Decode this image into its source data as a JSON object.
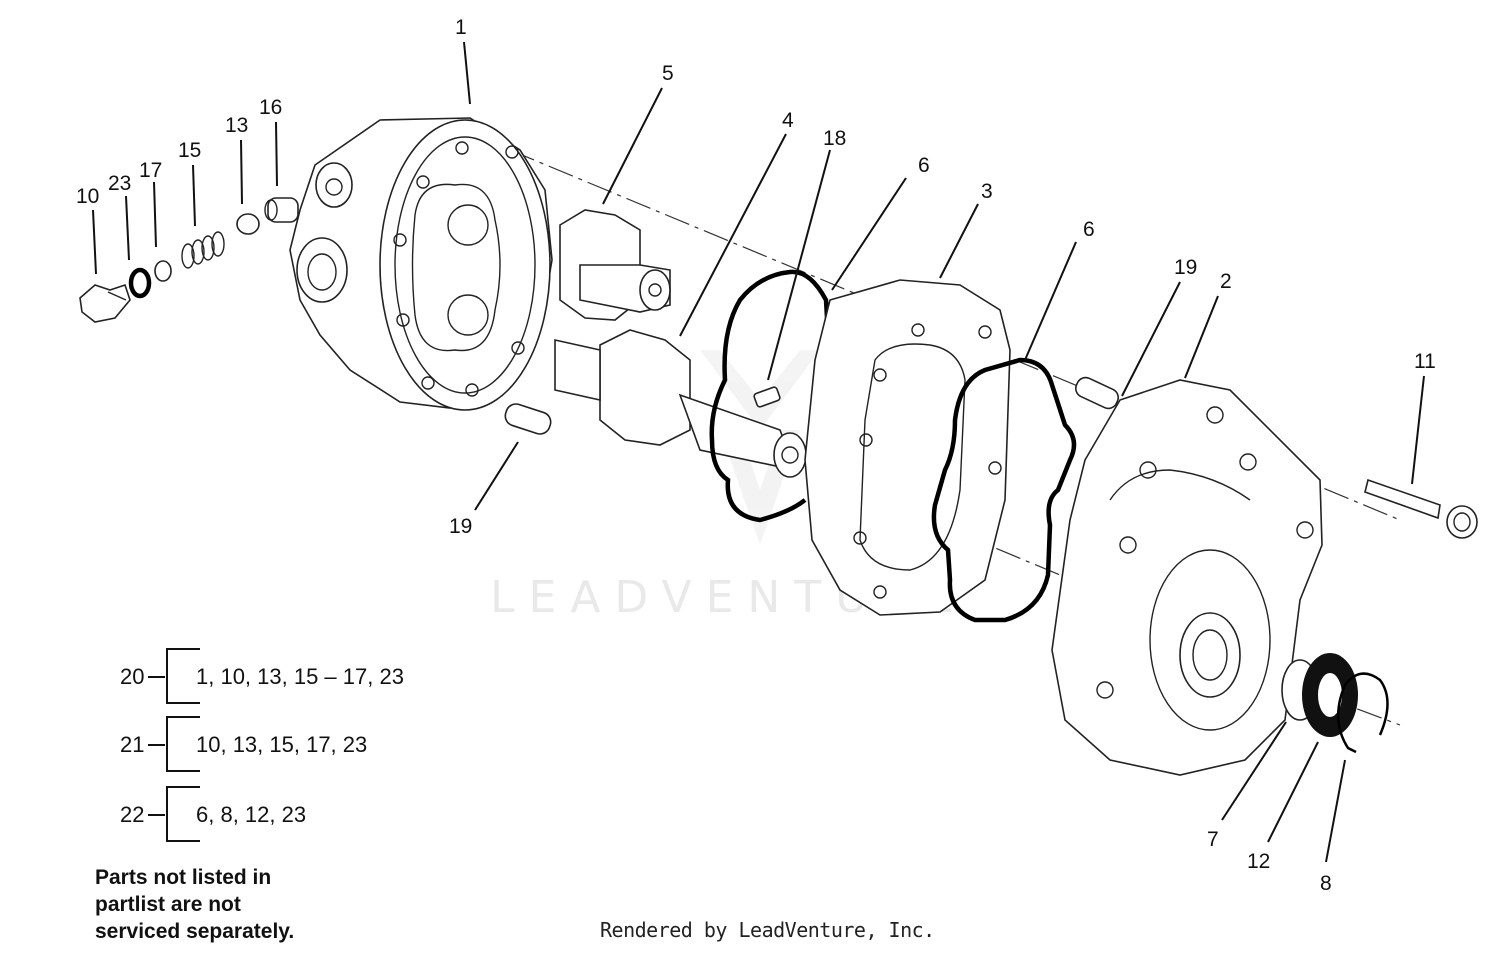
{
  "callouts": [
    {
      "id": "c1",
      "label": "1"
    },
    {
      "id": "c5",
      "label": "5"
    },
    {
      "id": "c4",
      "label": "4"
    },
    {
      "id": "c18",
      "label": "18"
    },
    {
      "id": "c6a",
      "label": "6"
    },
    {
      "id": "c3",
      "label": "3"
    },
    {
      "id": "c6b",
      "label": "6"
    },
    {
      "id": "c19a",
      "label": "19"
    },
    {
      "id": "c2",
      "label": "2"
    },
    {
      "id": "c11",
      "label": "11"
    },
    {
      "id": "c16",
      "label": "16"
    },
    {
      "id": "c13",
      "label": "13"
    },
    {
      "id": "c15",
      "label": "15"
    },
    {
      "id": "c17",
      "label": "17"
    },
    {
      "id": "c23",
      "label": "23"
    },
    {
      "id": "c10",
      "label": "10"
    },
    {
      "id": "c19b",
      "label": "19"
    },
    {
      "id": "c7",
      "label": "7"
    },
    {
      "id": "c12",
      "label": "12"
    },
    {
      "id": "c8",
      "label": "8"
    }
  ],
  "kits": [
    {
      "number": "20",
      "parts": "1, 10, 13, 15 – 17, 23"
    },
    {
      "number": "21",
      "parts": "10, 13, 15, 17, 23"
    },
    {
      "number": "22",
      "parts": "6, 8, 12, 23"
    }
  ],
  "note": "Parts not listed in\npartlist are not\nserviced separately.",
  "watermark": "LEADVENTURE",
  "credit": "Rendered by LeadVenture, Inc."
}
